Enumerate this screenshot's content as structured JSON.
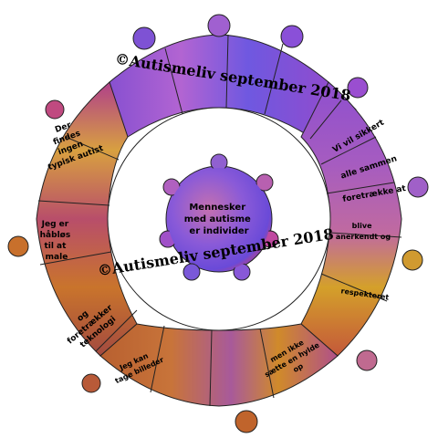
{
  "watermark_top": "©Autismeliv september 2018",
  "watermark_mid": "©Autismeliv september 2018",
  "center_piece": {
    "lines": [
      "Mennesker",
      "med autisme",
      "er individer"
    ]
  },
  "ring_texts": {
    "left_top": [
      "Der",
      "findes",
      "ingen",
      "typisk autist"
    ],
    "left_mid": [
      "Jeg er",
      "håbløs",
      "til at",
      "male"
    ],
    "left_low": [
      "og",
      "foretrækker",
      "teknologi"
    ],
    "bottom_left": [
      "Jeg kan",
      "tage billeder"
    ],
    "bottom_right": [
      "men ikke",
      "sætte en hylde",
      "op"
    ],
    "right_1": [
      "Vi vil sikkert"
    ],
    "right_2": [
      "alle sammen"
    ],
    "right_3": [
      "foretrække at"
    ],
    "right_4": [
      "blive",
      "anerkendt og"
    ],
    "right_5": [
      "respekteret"
    ]
  },
  "colors": {
    "purple": "#8a4fd6",
    "violet": "#b05ad0",
    "magenta": "#c2478a",
    "orange": "#d0702a",
    "amber": "#d9a020",
    "brown": "#a8543a",
    "blue": "#5c66e0",
    "outline": "#222222"
  }
}
